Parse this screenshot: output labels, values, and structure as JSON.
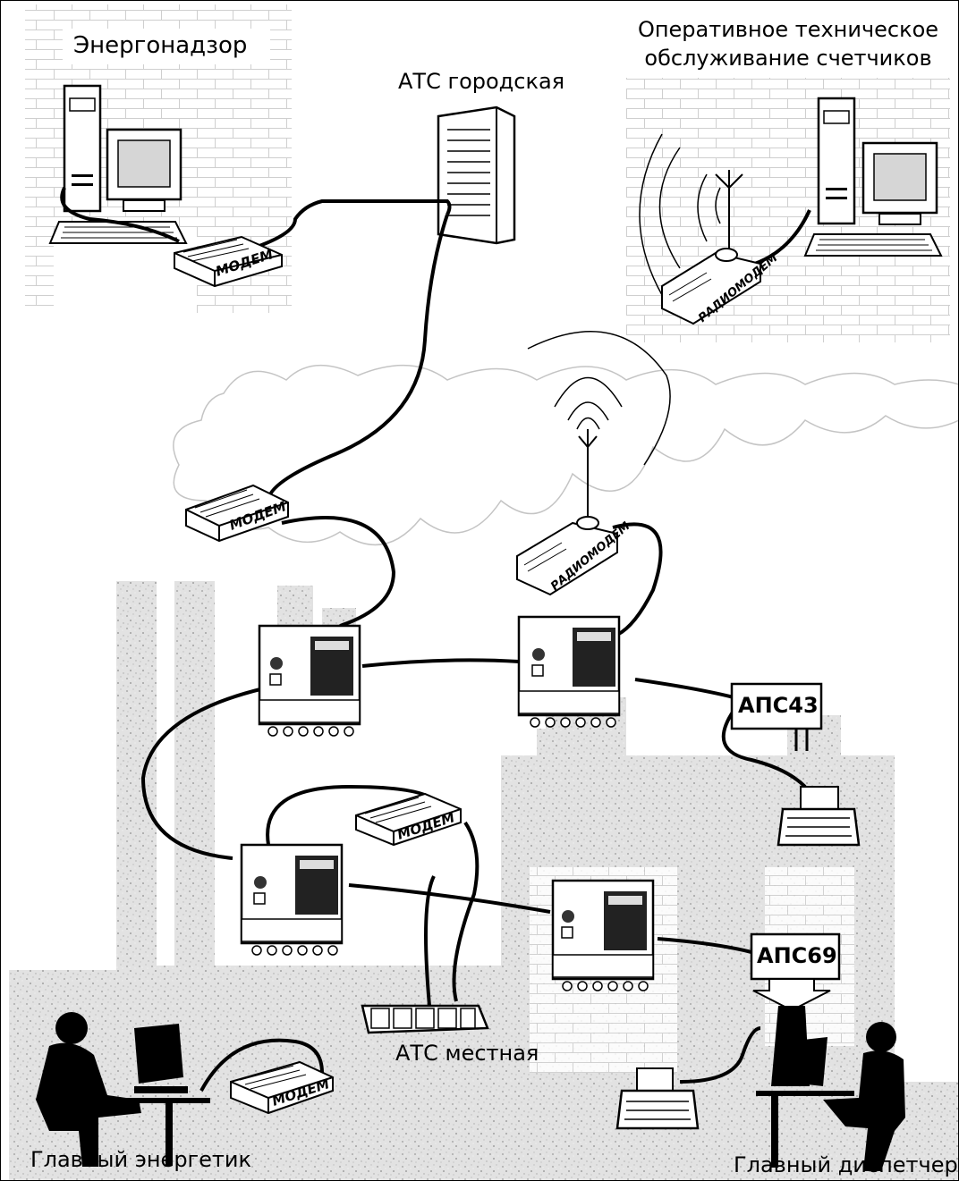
{
  "labels": {
    "energonadzor": "Энергонадзор",
    "ats_city": "АТС городская",
    "service_line1": "Оперативное техническое",
    "service_line2": "обслуживание счетчиков",
    "ats_local": "АТС местная",
    "chief_engineer": "Главный энергетик",
    "chief_dispatcher": "Главный диспетчер"
  },
  "devices": {
    "modem": "МОДЕМ",
    "radiomodem": "РАДИОМОДЕМ",
    "aps43": "АПС43",
    "aps69": "АПС69"
  }
}
